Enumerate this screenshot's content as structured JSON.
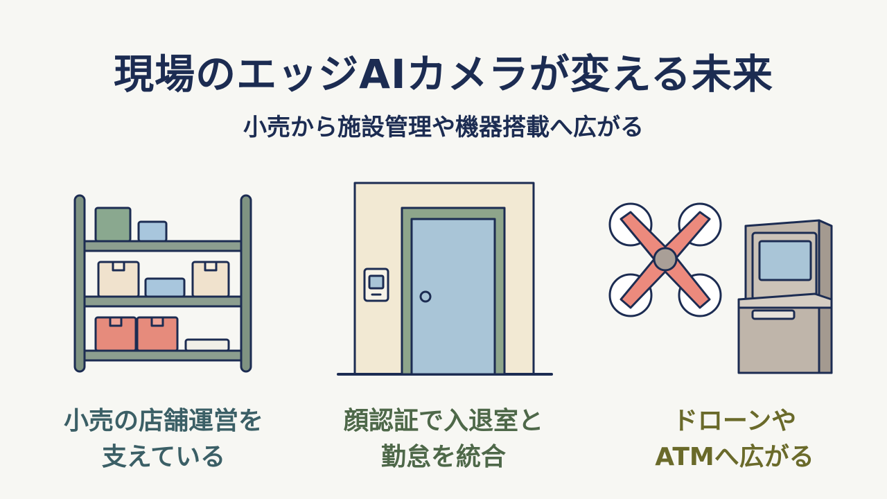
{
  "title": "現場のエッジAIカメラが変える未来",
  "subtitle": "小売から施設管理や機器搭載へ広がる",
  "panels": [
    {
      "icon": "store-shelf-icon",
      "caption_lines": [
        "小売の店舗運営を",
        "支えている"
      ],
      "color": "#3b5f66"
    },
    {
      "icon": "door-with-keypad-icon",
      "caption_lines": [
        "顔認証で入退室と",
        "勤怠を統合"
      ],
      "color": "#4e6849"
    },
    {
      "icons": [
        "drone-icon",
        "atm-icon"
      ],
      "caption_lines": [
        "ドローンや",
        "ATMへ広がる"
      ],
      "color": "#6a6a2a"
    }
  ],
  "colors": {
    "background": "#f7f7f3",
    "title": "#1c2c52",
    "outline": "#1c2c52"
  }
}
